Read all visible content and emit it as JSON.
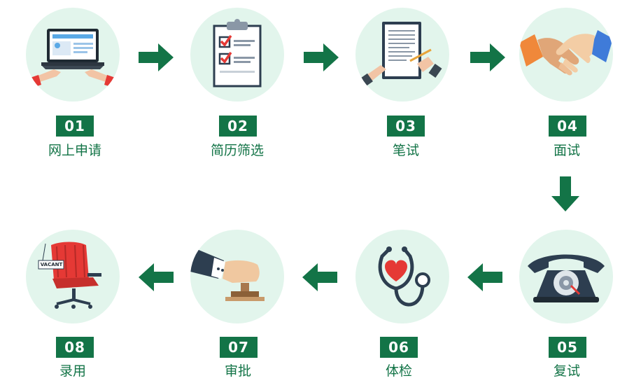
{
  "colors": {
    "primary_green": "#137447",
    "circle_bg": "#e2f5ec",
    "arrow_green": "#137447"
  },
  "steps": [
    {
      "number": "01",
      "label": "网上申请",
      "icon": "laptop-typing-icon"
    },
    {
      "number": "02",
      "label": "简历筛选",
      "icon": "clipboard-checklist-icon"
    },
    {
      "number": "03",
      "label": "笔试",
      "icon": "writing-document-icon"
    },
    {
      "number": "04",
      "label": "面试",
      "icon": "handshake-icon"
    },
    {
      "number": "05",
      "label": "复试",
      "icon": "telephone-icon"
    },
    {
      "number": "06",
      "label": "体检",
      "icon": "stethoscope-heart-icon"
    },
    {
      "number": "07",
      "label": "审批",
      "icon": "stamp-approval-icon"
    },
    {
      "number": "08",
      "label": "录用",
      "icon": "office-chair-icon"
    }
  ],
  "chair_sign": "VACANT"
}
